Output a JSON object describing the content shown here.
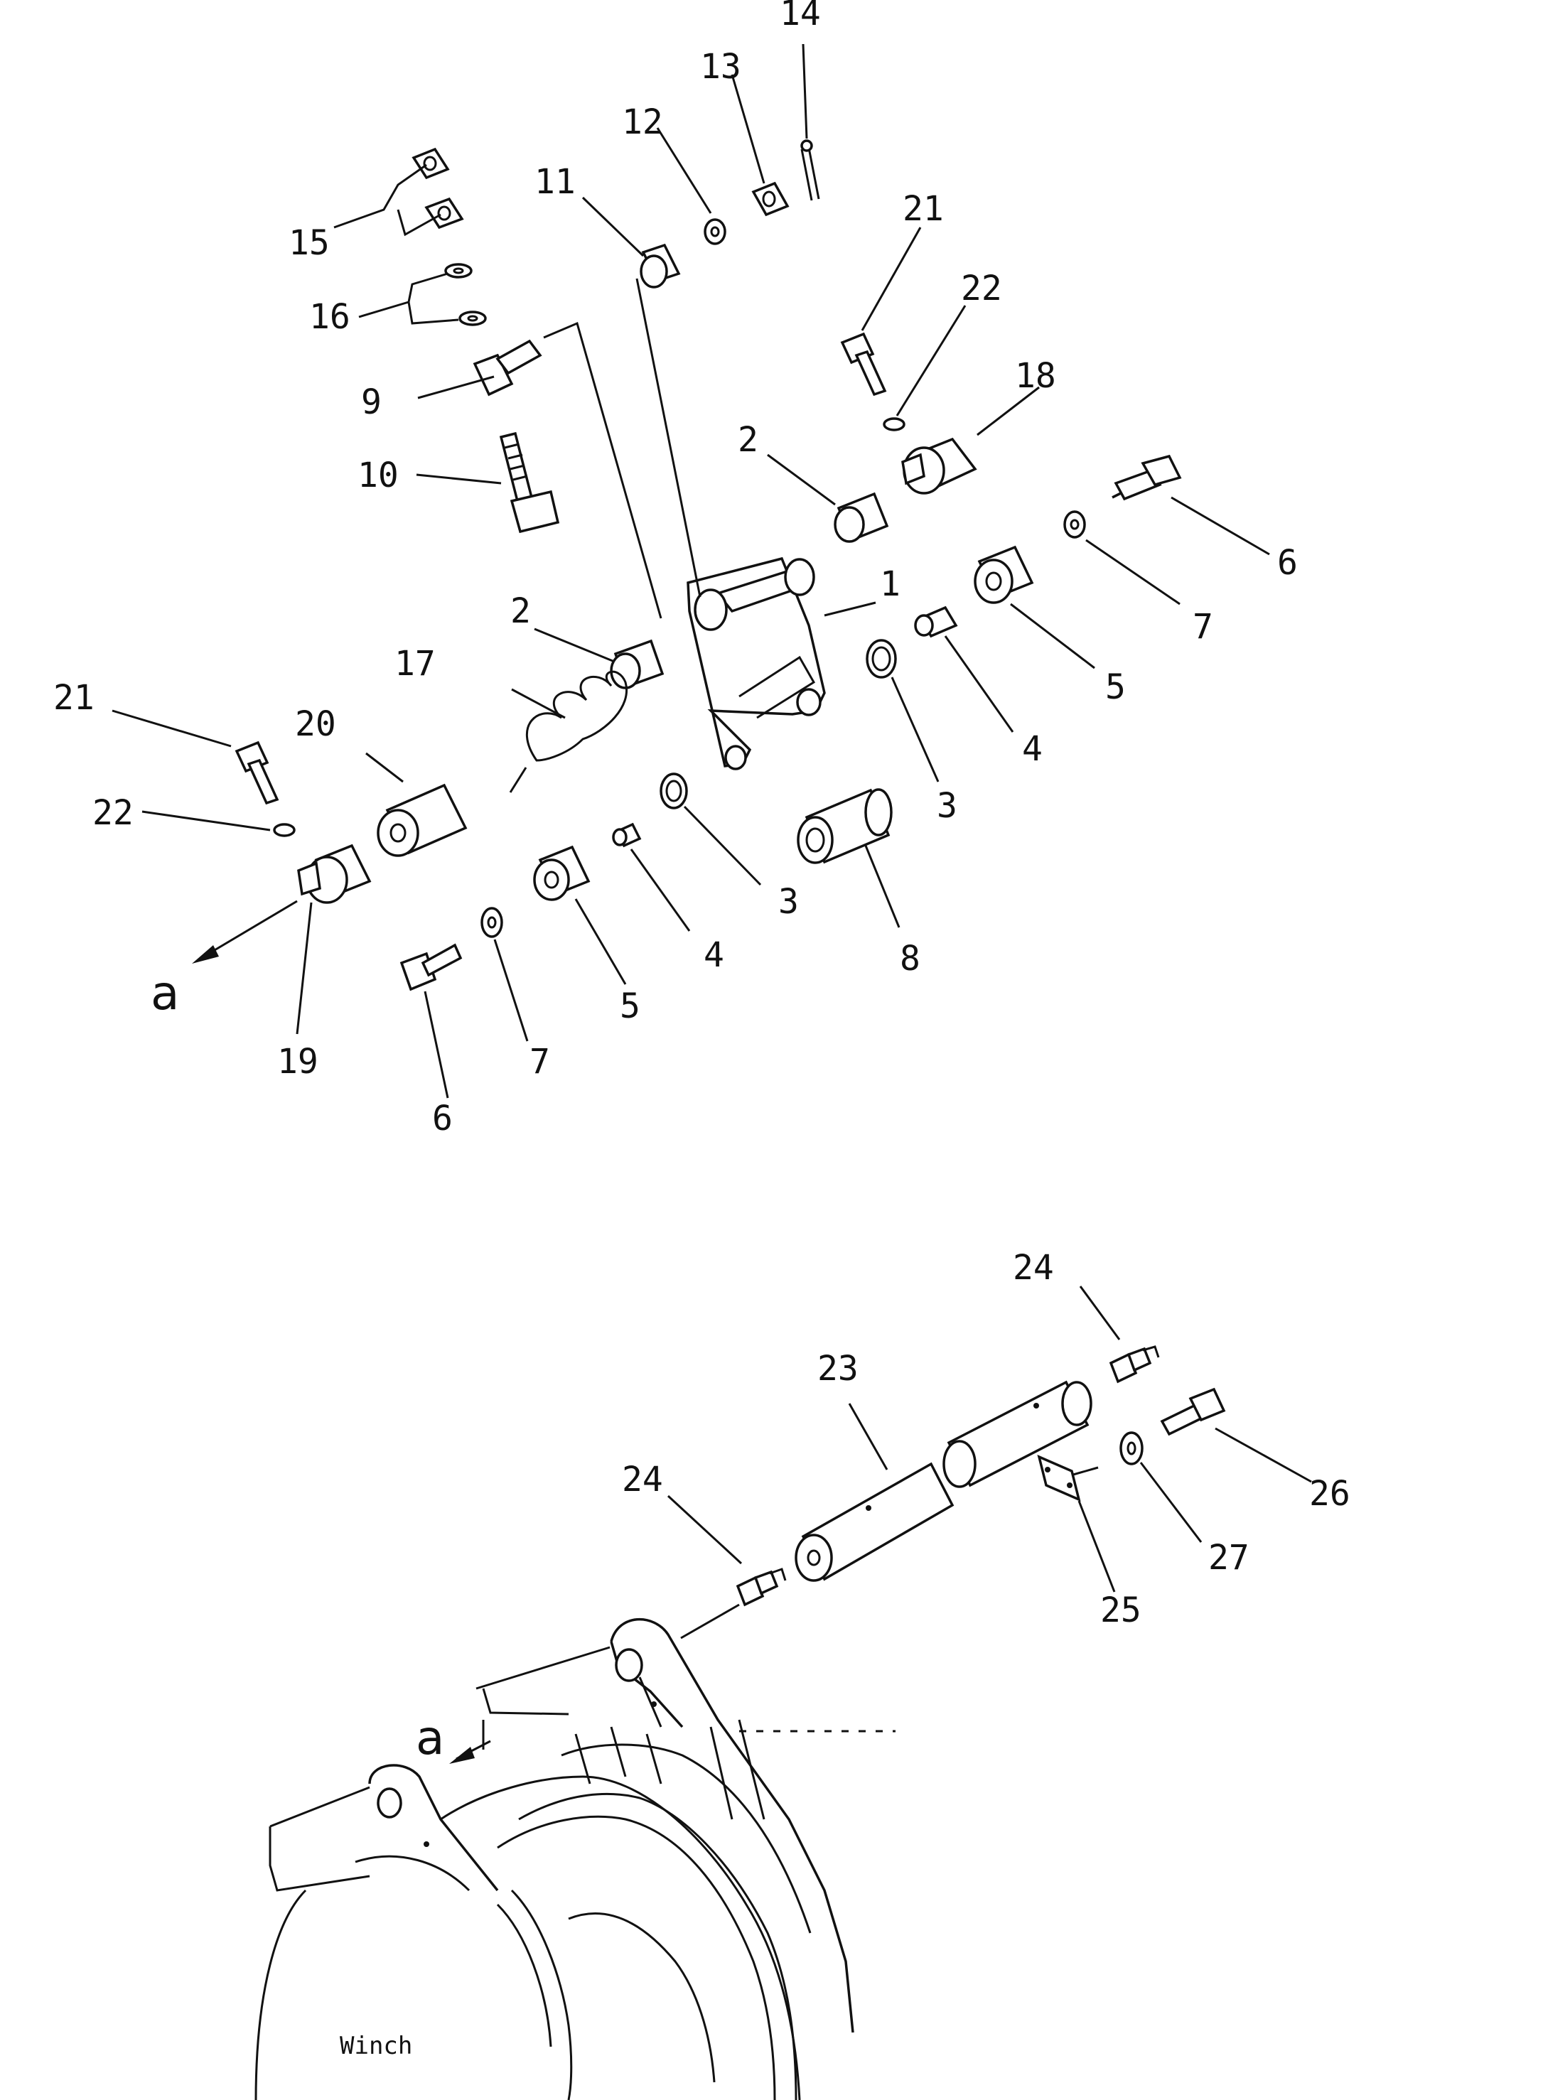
{
  "callouts": {
    "n1": "1",
    "n2": "2",
    "n3": "3",
    "n4": "4",
    "n5": "5",
    "n6": "6",
    "n7": "7",
    "n8": "8",
    "n9": "9",
    "n10": "10",
    "n11": "11",
    "n12": "12",
    "n13": "13",
    "n14": "14",
    "n15": "15",
    "n16": "16",
    "n17": "17",
    "n18": "18",
    "n19": "19",
    "n20": "20",
    "n21": "21",
    "n22": "22",
    "n23": "23",
    "n24": "24",
    "n25": "25",
    "n26": "26",
    "n27": "27"
  },
  "view_marker": "a",
  "caption": "Winch"
}
